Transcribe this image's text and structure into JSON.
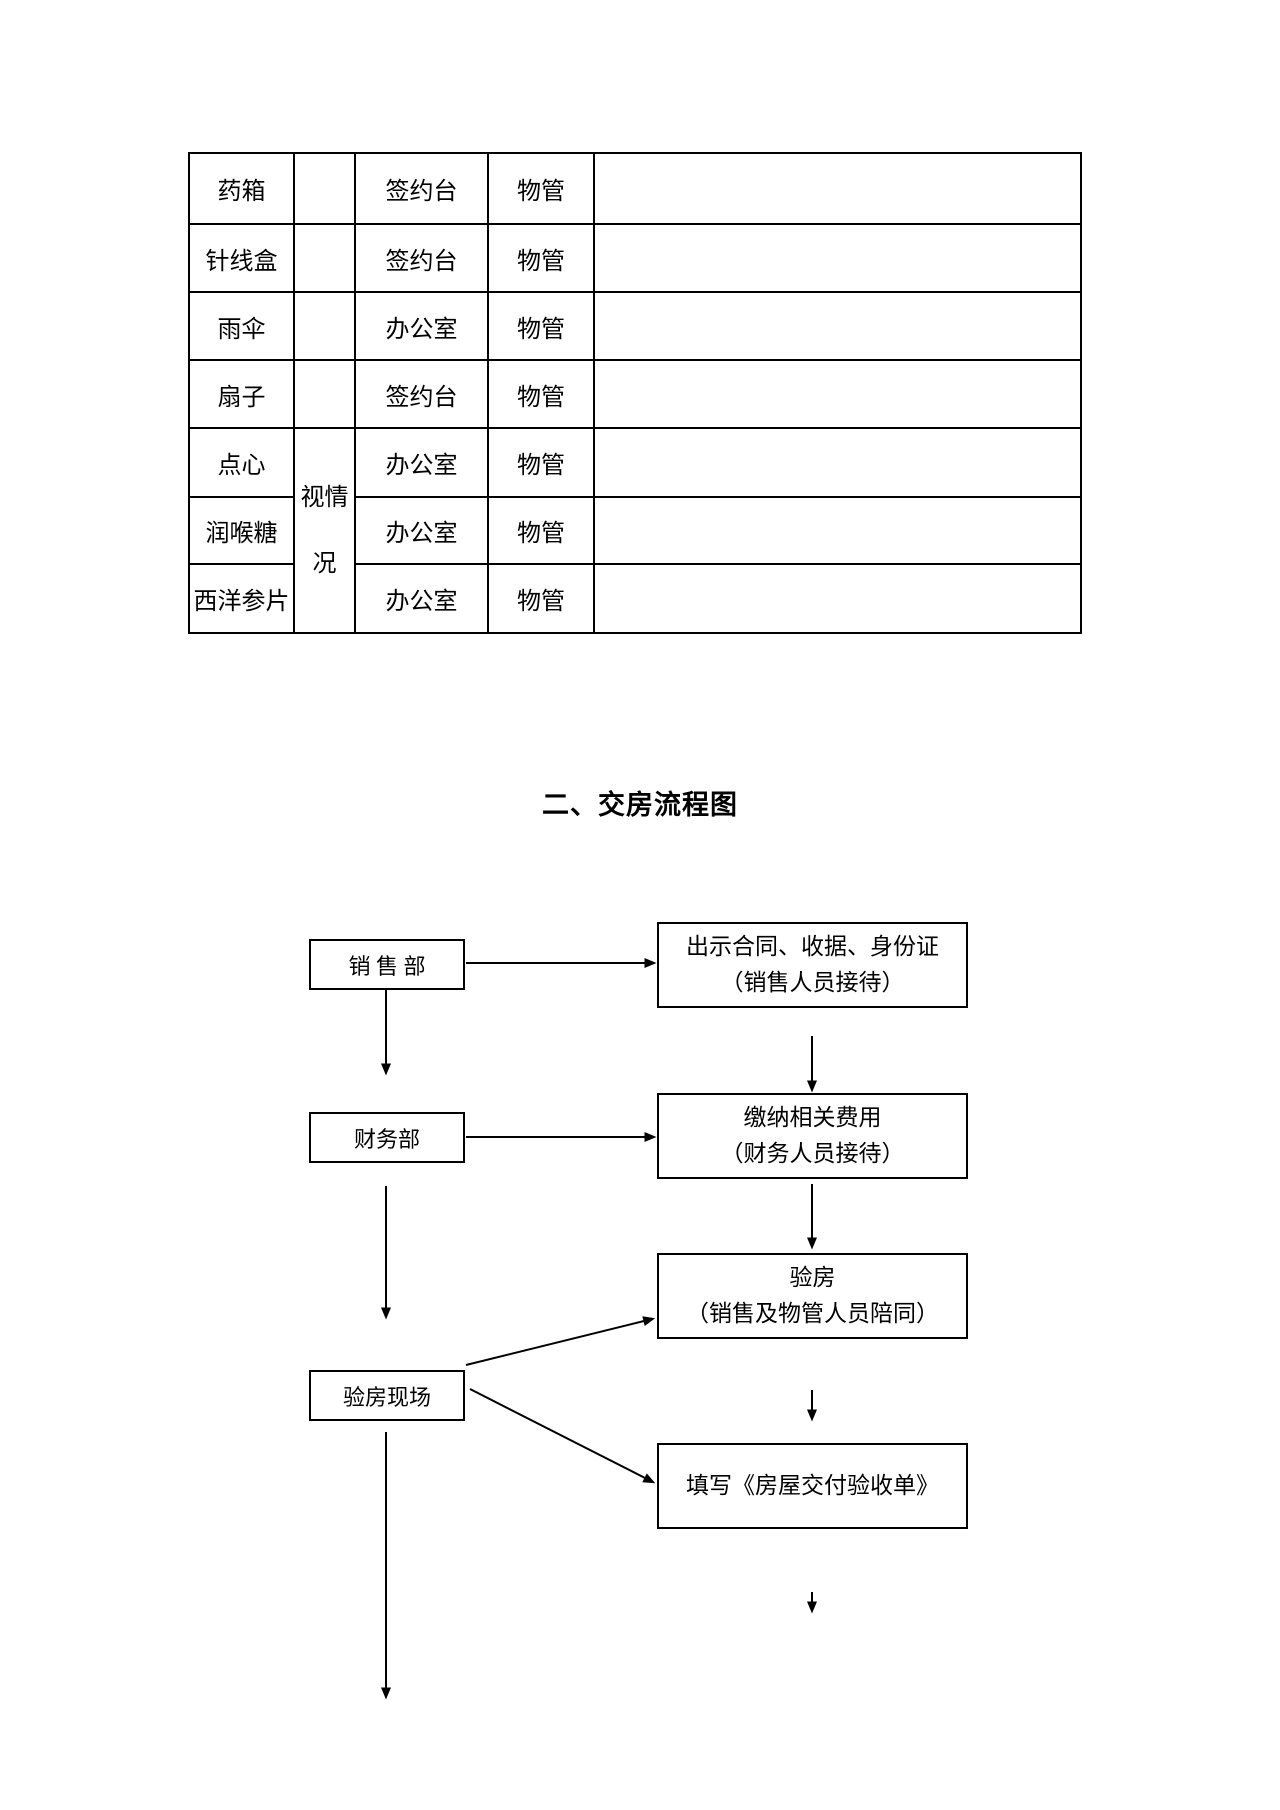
{
  "table": {
    "merged_note": "视情况",
    "rows": [
      {
        "item": "药箱",
        "location": "签约台",
        "owner": "物管"
      },
      {
        "item": "针线盒",
        "location": "签约台",
        "owner": "物管"
      },
      {
        "item": "雨伞",
        "location": "办公室",
        "owner": "物管"
      },
      {
        "item": "扇子",
        "location": "签约台",
        "owner": "物管"
      },
      {
        "item": "点心",
        "location": "办公室",
        "owner": "物管"
      },
      {
        "item": "润喉糖",
        "location": "办公室",
        "owner": "物管"
      },
      {
        "item": "西洋参片",
        "location": "办公室",
        "owner": "物管"
      }
    ]
  },
  "heading": {
    "text": "二、交房流程图"
  },
  "flowchart": {
    "left_boxes": [
      {
        "label": "销 售 部"
      },
      {
        "label": "财务部"
      },
      {
        "label": "验房现场"
      }
    ],
    "right_boxes": [
      {
        "line1": "出示合同、收据、身份证",
        "line2": "（销售人员接待）"
      },
      {
        "line1": "缴纳相关费用",
        "line2": "（财务人员接待）"
      },
      {
        "line1": "验房",
        "line2": "（销售及物管人员陪同）"
      },
      {
        "line1": "填写《房屋交付验收单》"
      }
    ],
    "edges": [
      {
        "from": "销售部",
        "to": "出示合同、收据、身份证（销售人员接待）"
      },
      {
        "from": "销售部",
        "to": "财务部"
      },
      {
        "from": "出示合同、收据、身份证（销售人员接待）",
        "to": "缴纳相关费用（财务人员接待）"
      },
      {
        "from": "财务部",
        "to": "缴纳相关费用（财务人员接待）"
      },
      {
        "from": "财务部",
        "to": "验房现场"
      },
      {
        "from": "缴纳相关费用（财务人员接待）",
        "to": "验房（销售及物管人员陪同）"
      },
      {
        "from": "验房现场",
        "to": "验房（销售及物管人员陪同）"
      },
      {
        "from": "验房现场",
        "to": "填写《房屋交付验收单》"
      },
      {
        "from": "验房现场",
        "to": "down"
      },
      {
        "from": "填写《房屋交付验收单》",
        "to": "down"
      }
    ],
    "colors": {
      "line": "#000000",
      "box_border": "#000000",
      "text": "#000000"
    }
  }
}
